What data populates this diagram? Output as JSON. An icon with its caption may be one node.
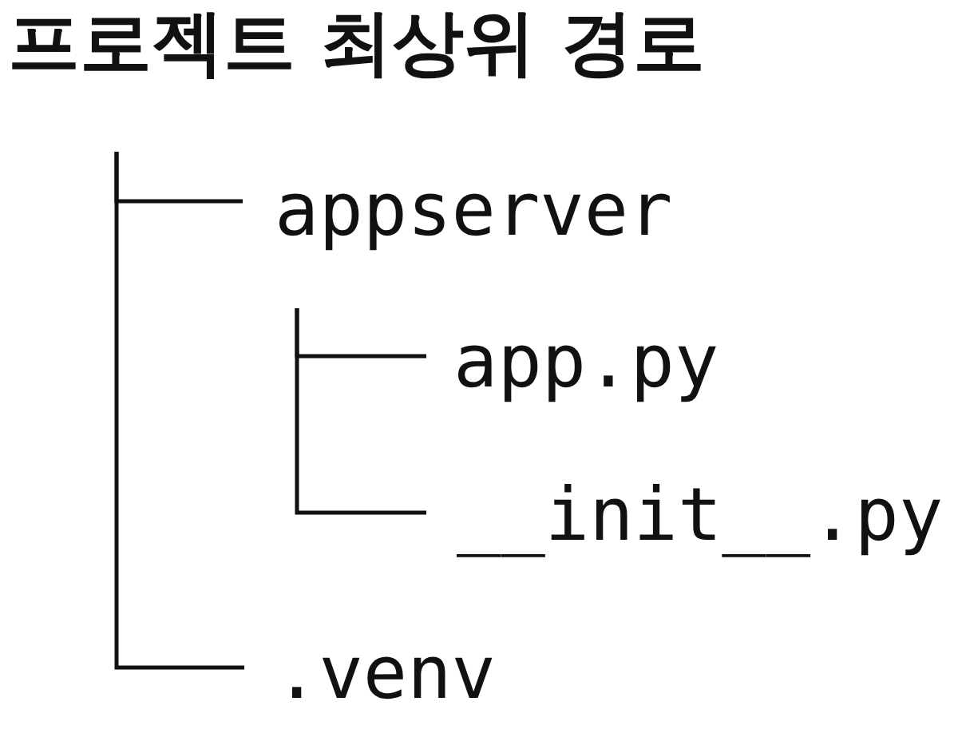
{
  "diagram": {
    "nodes": [
      {
        "text": [
          "프로젝트 최상위 경로"
        ]
      },
      {
        "text": [
          "appserver"
        ]
      },
      {
        "text": [
          "app.py"
        ]
      },
      {
        "text": [
          "__init__.py"
        ]
      },
      {
        "text": [
          ".venv"
        ]
      }
    ],
    "edges": [
      {
        "from": 0,
        "to": 1,
        "arrow": "none"
      },
      {
        "from": 0,
        "to": 4,
        "arrow": "none"
      },
      {
        "from": 1,
        "to": 2,
        "arrow": "none"
      },
      {
        "from": 1,
        "to": 3,
        "arrow": "none"
      }
    ]
  }
}
